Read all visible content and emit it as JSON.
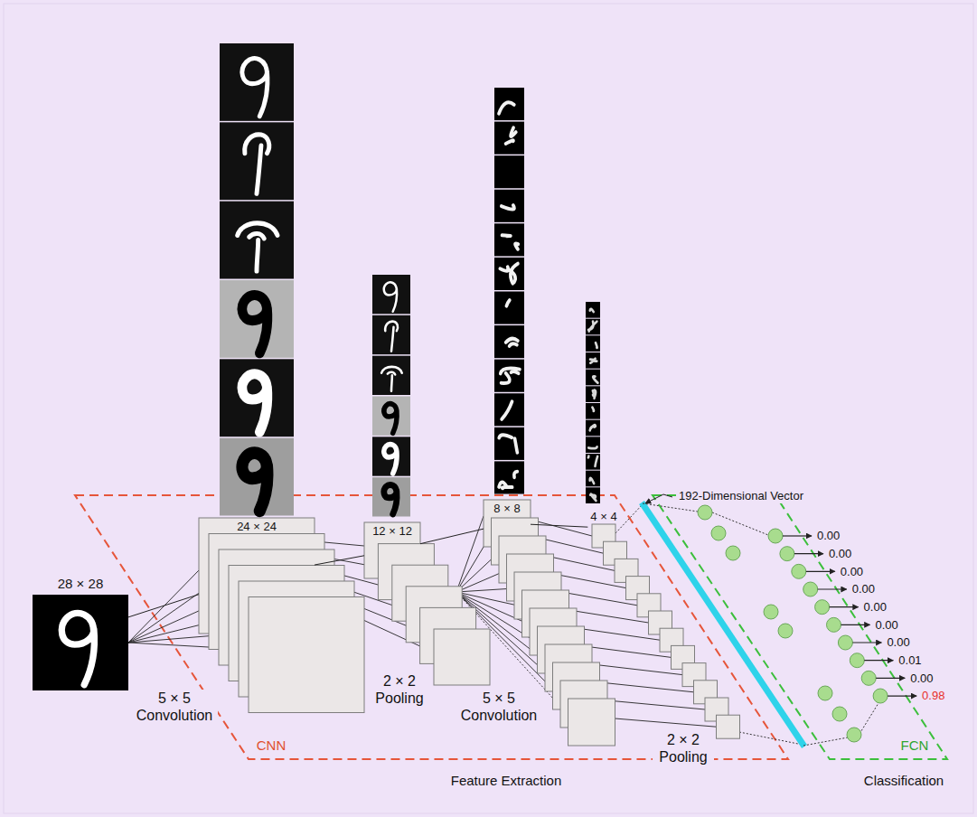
{
  "diagram": {
    "nodes": [
      {
        "text": [
          "28 × 28"
        ]
      },
      {
        "text": [
          "24 × 24"
        ]
      },
      {
        "text": [
          "12 × 12"
        ]
      },
      {
        "text": [
          "8 × 8"
        ]
      },
      {
        "text": [
          "4 × 4"
        ]
      }
    ],
    "edges": [
      {
        "from": 0,
        "to": 1,
        "arrow": "none"
      },
      {
        "from": 1,
        "to": 2,
        "arrow": "none"
      },
      {
        "from": 2,
        "to": 3,
        "arrow": "none"
      },
      {
        "from": 3,
        "to": 4,
        "arrow": "none"
      }
    ],
    "labels": [
      "5 × 5 Convolution",
      "2 × 2 Pooling",
      "5 × 5 Convolution",
      "2 × 2 Pooling",
      "192-Dimensional Vector",
      "0.00",
      "0.00",
      "0.00",
      "0.00",
      "0.00",
      "0.00",
      "0.00",
      "0.01",
      "0.00",
      "0.98",
      "CNN",
      "Feature Extraction",
      "FCN",
      "Classification"
    ]
  }
}
